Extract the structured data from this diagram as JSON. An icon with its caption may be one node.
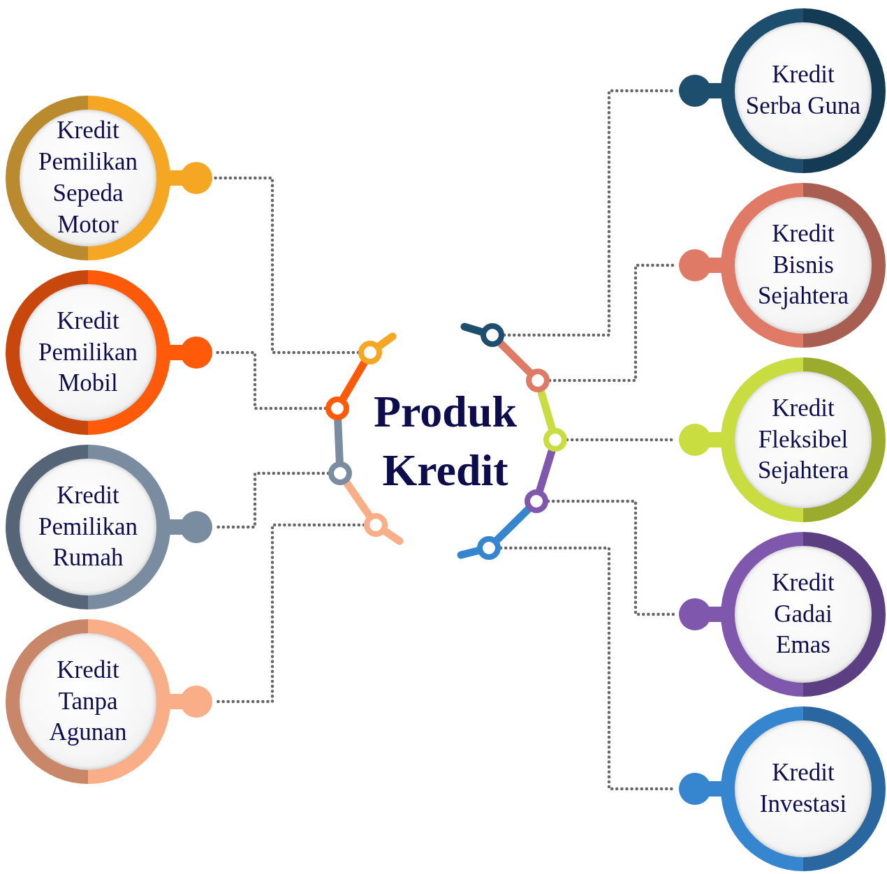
{
  "diagram": {
    "nodes": [
      {
        "text": [
          "Produk Kredit"
        ]
      },
      {
        "text": [
          "Kredit Pemilikan Sepeda Motor"
        ]
      },
      {
        "text": [
          "Kredit Pemilikan Mobil"
        ]
      },
      {
        "text": [
          "Kredit Pemilikan Rumah"
        ]
      },
      {
        "text": [
          "Kredit Tanpa Agunan"
        ]
      },
      {
        "text": [
          "Kredit Serba Guna"
        ]
      },
      {
        "text": [
          "Kredit Bisnis Sejahtera"
        ]
      },
      {
        "text": [
          "Kredit Fleksibel Sejahtera"
        ]
      },
      {
        "text": [
          "Kredit Gadai Emas"
        ]
      },
      {
        "text": [
          "Kredit Investasi"
        ]
      },
      {
        "text": [],
        "shape": "circle"
      },
      {
        "text": [],
        "shape": "circle"
      },
      {
        "text": [],
        "shape": "circle"
      },
      {
        "text": [],
        "shape": "circle"
      },
      {
        "text": [],
        "shape": "circle"
      },
      {
        "text": [],
        "shape": "circle"
      },
      {
        "text": [],
        "shape": "circle"
      },
      {
        "text": [],
        "shape": "circle"
      },
      {
        "text": [],
        "shape": "circle"
      }
    ],
    "edges": [
      {
        "from": 10,
        "to": 1,
        "arrow": "none",
        "style": "dashed"
      },
      {
        "from": 11,
        "to": 2,
        "arrow": "none",
        "style": "dashed"
      },
      {
        "from": 12,
        "to": 3,
        "arrow": "none",
        "style": "dashed"
      },
      {
        "from": 13,
        "to": 4,
        "arrow": "none",
        "style": "dashed"
      },
      {
        "from": 14,
        "to": 5,
        "arrow": "none",
        "style": "dashed"
      },
      {
        "from": 15,
        "to": 6,
        "arrow": "none",
        "style": "dashed"
      },
      {
        "from": 16,
        "to": 7,
        "arrow": "none",
        "style": "dashed"
      },
      {
        "from": 17,
        "to": 8,
        "arrow": "none",
        "style": "dashed"
      },
      {
        "from": 18,
        "to": 9,
        "arrow": "none",
        "style": "dashed"
      },
      {
        "from": 10,
        "to": 11,
        "arrow": "none",
        "style": "thick",
        "color": "#ff5a0a"
      },
      {
        "from": 11,
        "to": 12,
        "arrow": "none",
        "style": "thick",
        "color": "#7a8ca0"
      },
      {
        "from": 12,
        "to": 13,
        "arrow": "none",
        "style": "thick",
        "color": "#f9ae88"
      },
      {
        "from": 14,
        "to": 15,
        "arrow": "none",
        "style": "thick",
        "color": "#df7a66"
      },
      {
        "from": 15,
        "to": 16,
        "arrow": "none",
        "style": "thick",
        "color": "#c9dc40"
      },
      {
        "from": 16,
        "to": 17,
        "arrow": "none",
        "style": "thick",
        "color": "#7f58ad"
      },
      {
        "from": 17,
        "to": 18,
        "arrow": "none",
        "style": "thick",
        "color": "#3685cf"
      }
    ]
  }
}
